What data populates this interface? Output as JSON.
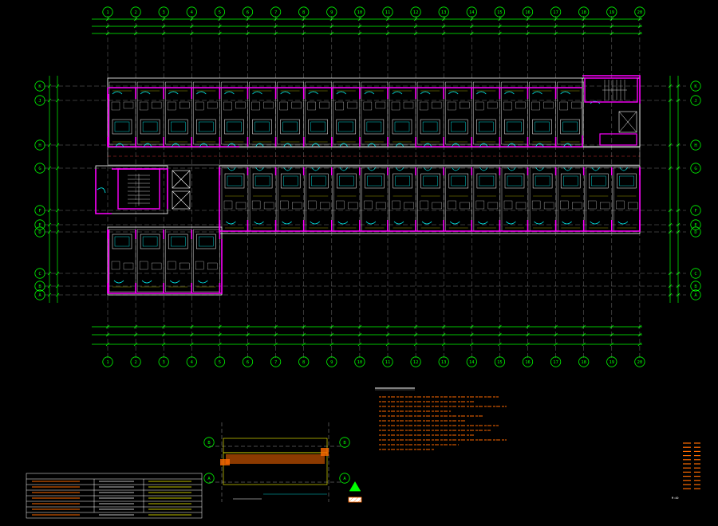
{
  "axes": {
    "top": [
      "1",
      "2",
      "3",
      "4",
      "5",
      "6",
      "7",
      "8",
      "9",
      "10",
      "11",
      "12",
      "13",
      "14",
      "15",
      "16",
      "17",
      "18",
      "19",
      "20"
    ],
    "left": [
      "K",
      "J",
      "H",
      "G",
      "F",
      "E",
      "D",
      "C",
      "B",
      "A"
    ]
  },
  "detail": {
    "axes_left": [
      "B",
      "A"
    ],
    "axes_right": [
      "B",
      "A"
    ]
  },
  "legend_swatch_label": "M:40"
}
